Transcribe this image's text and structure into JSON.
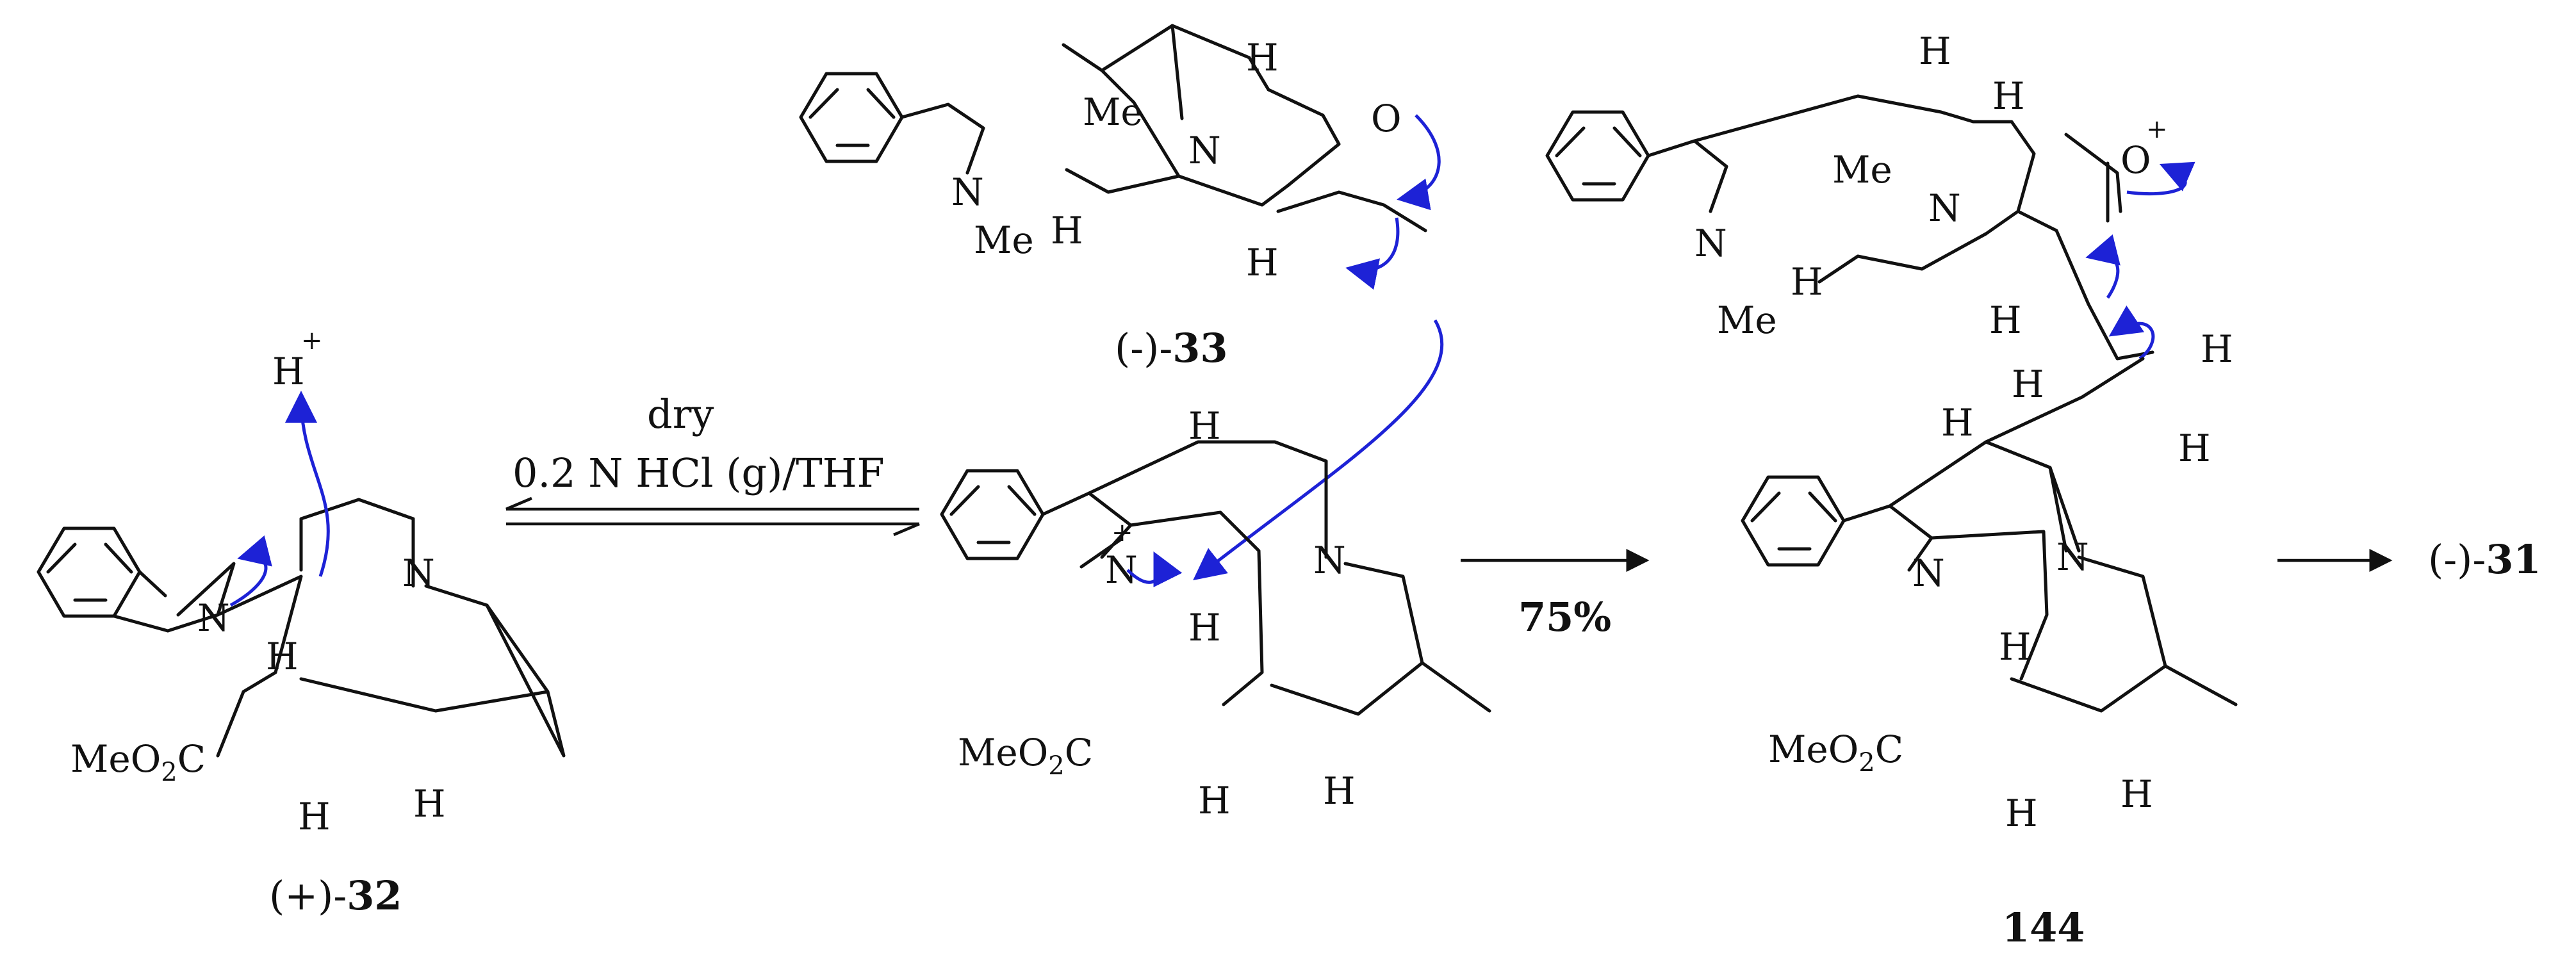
{
  "reagents": {
    "line1": "dry",
    "line2": "0.2 N HCl (g)/THF",
    "yield": "75%"
  },
  "compounds": {
    "c32": {
      "prefix": "(+)-",
      "number": "32"
    },
    "c33": {
      "prefix": "(-)-",
      "number": "33"
    },
    "c144": {
      "number": "144"
    },
    "c31": {
      "prefix": "(-)-",
      "number": "31"
    }
  },
  "atoms": {
    "N": "N",
    "H": "H",
    "O": "O",
    "Me": "Me",
    "MeO": "MeO",
    "sub2": "2",
    "C": "C",
    "plus": "+"
  },
  "colors": {
    "bonds": "#111111",
    "electron_arrows": "#1d22d6"
  }
}
